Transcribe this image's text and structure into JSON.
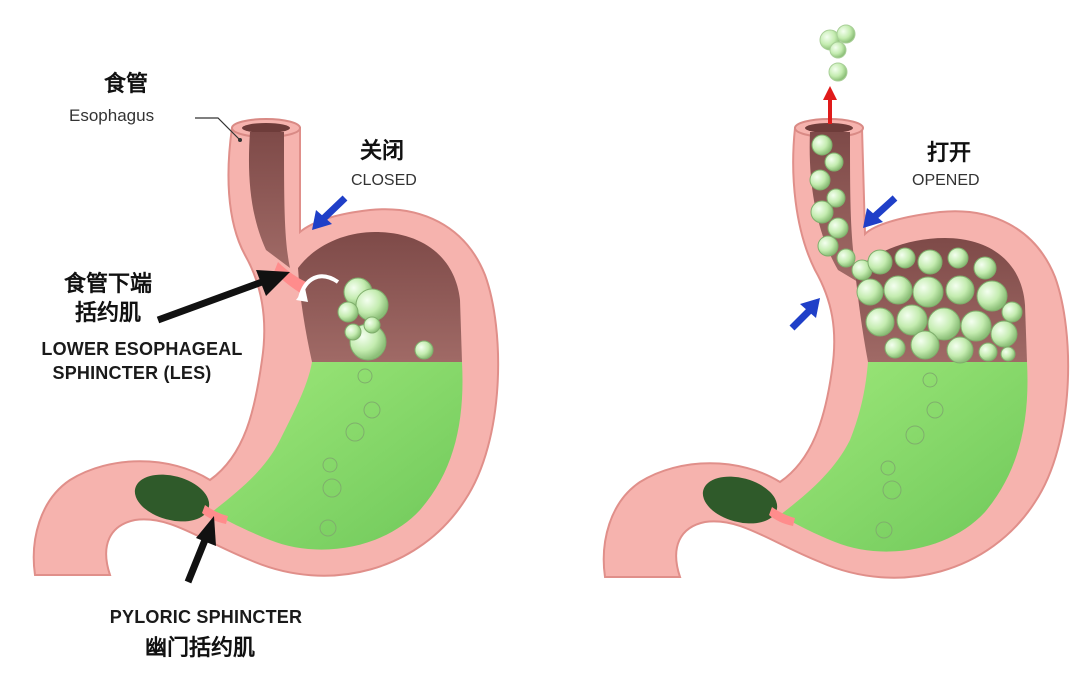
{
  "labels": {
    "esophagus_zh": "食管",
    "esophagus_en": "Esophagus",
    "closed_zh": "关闭",
    "closed_en": "CLOSED",
    "les_zh_line1": "食管下端",
    "les_zh_line2": "括约肌",
    "les_en_line1": "LOWER ESOPHAGEAL",
    "les_en_line2": "SPHINCTER (LES)",
    "pyloric_en": "PYLORIC SPHINCTER",
    "pyloric_zh": "幽门括约肌",
    "opened_zh": "打开",
    "opened_en": "OPENED"
  },
  "colors": {
    "stomach_wall": "#f6b3ae",
    "stomach_wall_stroke": "#e08f8a",
    "cavity_air": "#8e5a58",
    "gastric_fluid": "#8fe06a",
    "pylorus": "#2f5a2a",
    "bubble": "#c4ecb0",
    "arrow_blue": "#1f3fc8",
    "arrow_red": "#e01a1a",
    "arrow_black": "#111111"
  }
}
